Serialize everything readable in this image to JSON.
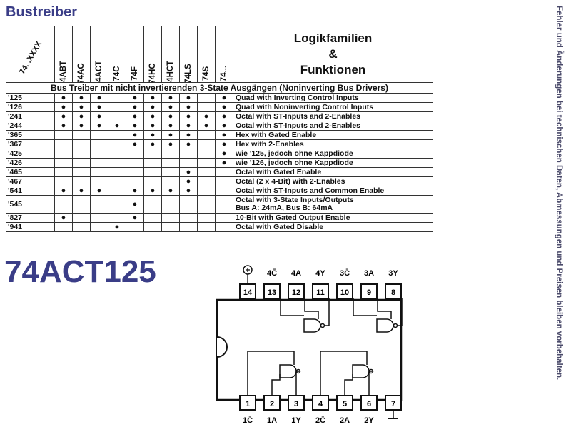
{
  "page_title": "Bustreiber",
  "sidebar_note": "Fehler und Änderungen bei technischen Daten, Abmessungen und Preisen bleiben vorbehalten.",
  "table": {
    "corner_label": "74...XXXX",
    "families": [
      "74ABT",
      "74AC",
      "74ACT",
      "74C",
      "74F",
      "74HC",
      "74HCT",
      "74LS",
      "74S",
      "74..."
    ],
    "right_header": [
      "Logikfamilien",
      "&",
      "Funktionen"
    ],
    "section_title": "Bus Treiber mit nicht invertierenden 3-State Ausgängen (Noninverting Bus Drivers)",
    "rows": [
      {
        "part": "'125",
        "marks": [
          1,
          1,
          1,
          0,
          1,
          1,
          1,
          1,
          0,
          1
        ],
        "desc": [
          "Quad with Inverting Control Inputs"
        ]
      },
      {
        "part": "'126",
        "marks": [
          1,
          1,
          1,
          0,
          1,
          1,
          1,
          1,
          0,
          1
        ],
        "desc": [
          "Quad with Noninverting Control Inputs"
        ]
      },
      {
        "part": "'241",
        "marks": [
          1,
          1,
          1,
          0,
          1,
          1,
          1,
          1,
          1,
          1
        ],
        "desc": [
          "Octal with ST-Inputs and 2-Enables"
        ]
      },
      {
        "part": "'244",
        "marks": [
          1,
          1,
          1,
          1,
          1,
          1,
          1,
          1,
          1,
          1
        ],
        "desc": [
          "Octal with ST-Inputs and 2-Enables"
        ]
      },
      {
        "part": "'365",
        "marks": [
          0,
          0,
          0,
          0,
          1,
          1,
          1,
          1,
          0,
          1
        ],
        "desc": [
          "Hex with Gated Enable"
        ]
      },
      {
        "part": "'367",
        "marks": [
          0,
          0,
          0,
          0,
          1,
          1,
          1,
          1,
          0,
          1
        ],
        "desc": [
          "Hex with 2-Enables"
        ]
      },
      {
        "part": "'425",
        "marks": [
          0,
          0,
          0,
          0,
          0,
          0,
          0,
          0,
          0,
          1
        ],
        "desc": [
          "wie '125, jedoch ohne Kappdiode"
        ]
      },
      {
        "part": "'426",
        "marks": [
          0,
          0,
          0,
          0,
          0,
          0,
          0,
          0,
          0,
          1
        ],
        "desc": [
          "wie '126, jedoch ohne Kappdiode"
        ]
      },
      {
        "part": "'465",
        "marks": [
          0,
          0,
          0,
          0,
          0,
          0,
          0,
          1,
          0,
          0
        ],
        "desc": [
          "Octal with Gated Enable"
        ]
      },
      {
        "part": "'467",
        "marks": [
          0,
          0,
          0,
          0,
          0,
          0,
          0,
          1,
          0,
          0
        ],
        "desc": [
          "Octal (2 x 4-Bit) with 2-Enables"
        ]
      },
      {
        "part": "'541",
        "marks": [
          1,
          1,
          1,
          0,
          1,
          1,
          1,
          1,
          0,
          0
        ],
        "desc": [
          "Octal with ST-Inputs and Common Enable"
        ]
      },
      {
        "part": "'545",
        "marks": [
          0,
          0,
          0,
          0,
          1,
          0,
          0,
          0,
          0,
          0
        ],
        "desc": [
          "Octal with 3-State Inputs/Outputs",
          "Bus A: 24mA, Bus B: 64mA"
        ]
      },
      {
        "part": "'827",
        "marks": [
          1,
          0,
          0,
          0,
          1,
          0,
          0,
          0,
          0,
          0
        ],
        "desc": [
          "10-Bit with Gated Output Enable"
        ]
      },
      {
        "part": "'941",
        "marks": [
          0,
          0,
          0,
          1,
          0,
          0,
          0,
          0,
          0,
          0
        ],
        "desc": [
          "Octal with Gated Disable"
        ]
      }
    ]
  },
  "part_number": "74ACT125",
  "pinout": {
    "top_pins": [
      {
        "num": "14",
        "label": "Vcc"
      },
      {
        "num": "13",
        "label": "4C̄"
      },
      {
        "num": "12",
        "label": "4A"
      },
      {
        "num": "11",
        "label": "4Y"
      },
      {
        "num": "10",
        "label": "3C̄"
      },
      {
        "num": "9",
        "label": "3A"
      },
      {
        "num": "8",
        "label": "3Y"
      }
    ],
    "bottom_pins": [
      {
        "num": "1",
        "label": "1C̄"
      },
      {
        "num": "2",
        "label": "1A"
      },
      {
        "num": "3",
        "label": "1Y"
      },
      {
        "num": "4",
        "label": "2C̄"
      },
      {
        "num": "5",
        "label": "2A"
      },
      {
        "num": "6",
        "label": "2Y"
      },
      {
        "num": "7",
        "label": "GND"
      }
    ]
  }
}
